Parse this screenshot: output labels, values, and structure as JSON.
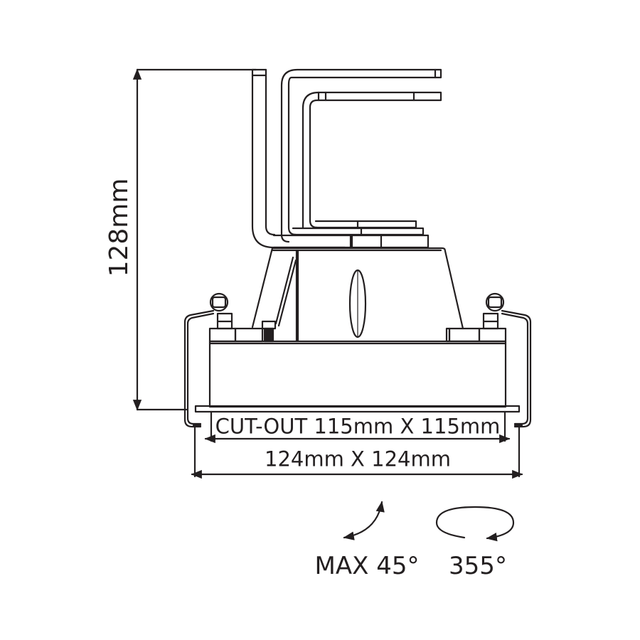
{
  "diagram": {
    "subject": "recessed adjustable downlight technical drawing",
    "stroke_color": "#231f20",
    "background": "#ffffff",
    "dimensions": {
      "height": "128mm",
      "cutout": "CUT-OUT 115mm X 115mm",
      "outer": "124mm X 124mm"
    },
    "adjustment": {
      "tilt": "MAX 45°",
      "tilt_icon": "curved-arrow-icon",
      "rotation": "355°",
      "rotation_icon": "rotation-arrow-icon"
    }
  }
}
